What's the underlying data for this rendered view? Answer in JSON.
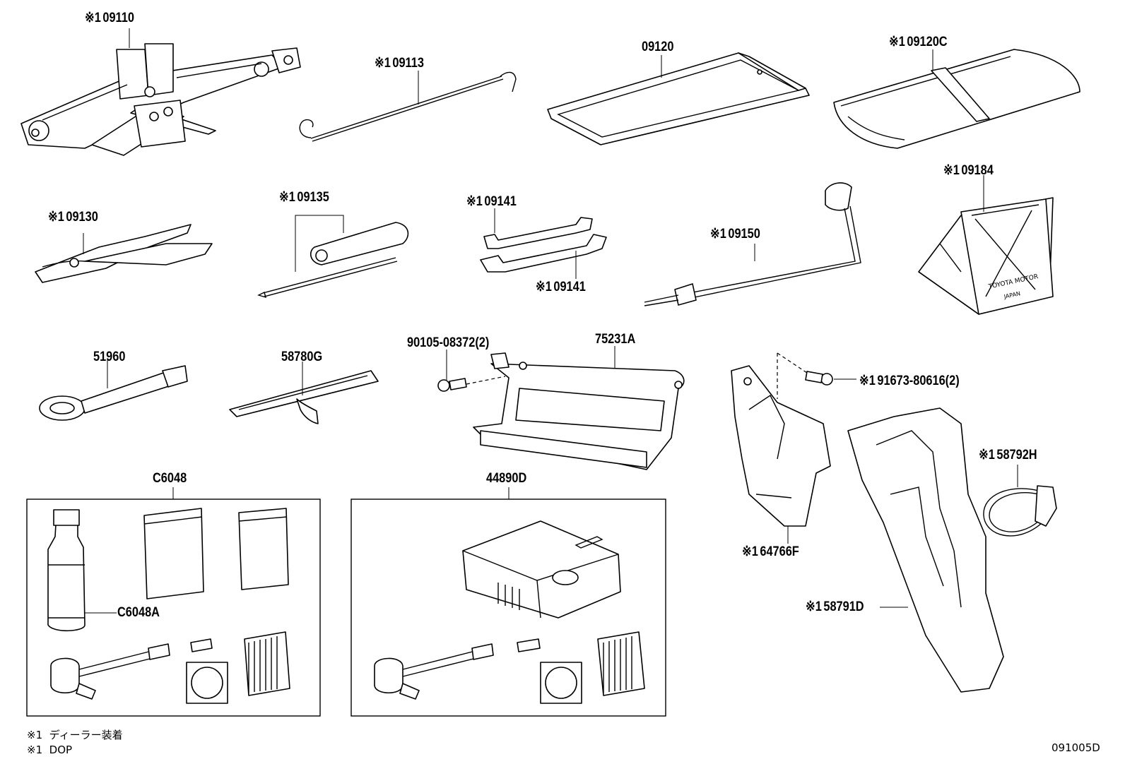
{
  "mark": "※1",
  "parts": [
    {
      "id": "p09110",
      "number": "09110",
      "marked": true
    },
    {
      "id": "p09113",
      "number": "09113",
      "marked": true
    },
    {
      "id": "p09120",
      "number": "09120",
      "marked": false
    },
    {
      "id": "p09120C",
      "number": "09120C",
      "marked": true
    },
    {
      "id": "p09130",
      "number": "09130",
      "marked": true
    },
    {
      "id": "p09135",
      "number": "09135",
      "marked": true
    },
    {
      "id": "p09141a",
      "number": "09141",
      "marked": true
    },
    {
      "id": "p09141b",
      "number": "09141",
      "marked": true
    },
    {
      "id": "p09150",
      "number": "09150",
      "marked": true
    },
    {
      "id": "p09184",
      "number": "09184",
      "marked": true
    },
    {
      "id": "p51960",
      "number": "51960",
      "marked": false
    },
    {
      "id": "p58780G",
      "number": "58780G",
      "marked": false
    },
    {
      "id": "p90105",
      "number": "90105-08372(2)",
      "marked": false
    },
    {
      "id": "p75231A",
      "number": "75231A",
      "marked": false
    },
    {
      "id": "p91673",
      "number": "91673-80616(2)",
      "marked": true
    },
    {
      "id": "p58792H",
      "number": "58792H",
      "marked": true
    },
    {
      "id": "p64766F",
      "number": "64766F",
      "marked": true
    },
    {
      "id": "p58791D",
      "number": "58791D",
      "marked": true
    },
    {
      "id": "pC6048",
      "number": "C6048",
      "marked": false
    },
    {
      "id": "pC6048A",
      "number": "C6048A",
      "marked": false
    },
    {
      "id": "p44890D",
      "number": "44890D",
      "marked": false
    }
  ],
  "logo_text": [
    "TOYOTA MOTOR",
    "JAPAN"
  ],
  "notes": [
    {
      "mark": "※1",
      "text": "ディーラー装着"
    },
    {
      "mark": "※1",
      "text": "DOP"
    }
  ],
  "diagram_code": "091005D"
}
